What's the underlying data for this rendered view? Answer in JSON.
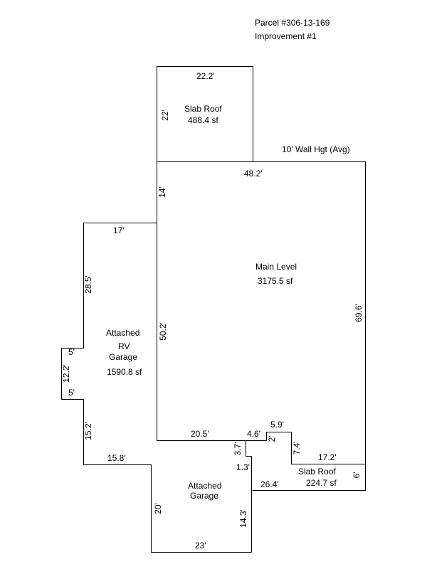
{
  "header": {
    "parcel": "Parcel #306-13-169",
    "improvement": "Improvement #1"
  },
  "wall_height": "10' Wall Hgt (Avg)",
  "areas": {
    "slab_roof_top": {
      "name": "Slab Roof",
      "area": "488.4 sf"
    },
    "main_level": {
      "name": "Main Level",
      "area": "3175.5 sf"
    },
    "rv_garage": {
      "name_line1": "Attached",
      "name_line2": "RV",
      "name_line3": "Garage",
      "area": "1590.8 sf"
    },
    "attached_garage": {
      "name_line1": "Attached",
      "name_line2": "Garage"
    },
    "slab_roof_bottom": {
      "name": "Slab Roof",
      "area": "224.7 sf"
    }
  },
  "dimensions": {
    "slab_top_width": "22.2'",
    "slab_top_height": "22'",
    "main_top": "48.2'",
    "main_left_upper": "14'",
    "main_left_lower": "50.2'",
    "main_right": "69.6'",
    "main_bottom_left": "20.5'",
    "main_bottom_notch_left": "4.6'",
    "main_bottom_notch_top": "5.9'",
    "main_bottom_notch_vertical": "2'",
    "main_bottom_step_vertical": "7.4'",
    "main_bottom_right": "17.2'",
    "rv_top": "17'",
    "rv_left_upper": "28.5'",
    "rv_bump_top": "5'",
    "rv_bump_side": "12.2'",
    "rv_bump_bottom": "5'",
    "rv_left_lower": "15.2'",
    "rv_bottom": "15.8'",
    "garage_notch_upper": "3.7'",
    "garage_notch_lower": "1.3'",
    "garage_left": "20'",
    "garage_right": "14.3'",
    "garage_bottom": "23'",
    "garage_top_right": "26.4'",
    "slab_bottom_right": "6'"
  }
}
